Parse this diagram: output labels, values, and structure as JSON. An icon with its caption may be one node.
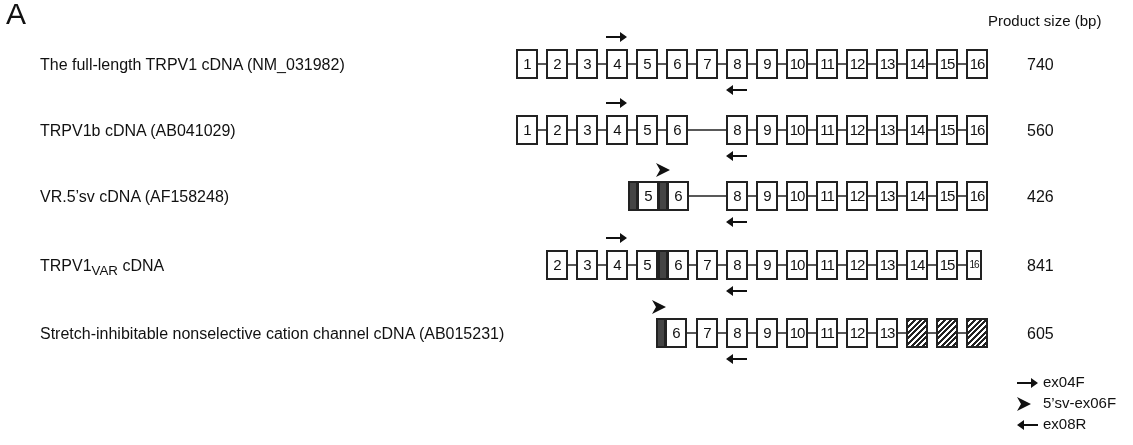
{
  "diagram": {
    "nodes": [
      {
        "text": [
          "1"
        ]
      },
      {
        "text": [
          "2"
        ]
      },
      {
        "text": [
          "3"
        ]
      },
      {
        "text": [
          "4"
        ]
      },
      {
        "text": [
          "5"
        ]
      },
      {
        "text": [
          "6"
        ]
      },
      {
        "text": [
          "7"
        ]
      },
      {
        "text": [
          "8"
        ]
      },
      {
        "text": [
          "9"
        ]
      },
      {
        "text": [
          "10"
        ]
      },
      {
        "text": [
          "11"
        ]
      },
      {
        "text": [
          "12"
        ]
      },
      {
        "text": [
          "13"
        ]
      },
      {
        "text": [
          "14"
        ]
      },
      {
        "text": [
          "15"
        ]
      },
      {
        "text": [
          "16"
        ]
      },
      {
        "text": [
          "1"
        ]
      },
      {
        "text": [
          "2"
        ]
      },
      {
        "text": [
          "3"
        ]
      },
      {
        "text": [
          "4"
        ]
      },
      {
        "text": [
          "5"
        ]
      },
      {
        "text": [
          "6"
        ]
      },
      {
        "text": [
          "8"
        ]
      },
      {
        "text": [
          "9"
        ]
      },
      {
        "text": [
          "10"
        ]
      },
      {
        "text": [
          "11"
        ]
      },
      {
        "text": [
          "12"
        ]
      },
      {
        "text": [
          "13"
        ]
      },
      {
        "text": [
          "14"
        ]
      },
      {
        "text": [
          "15"
        ]
      },
      {
        "text": [
          "16"
        ]
      },
      {
        "text": [],
        "shape": "box"
      },
      {
        "text": [
          "5"
        ]
      },
      {
        "text": [],
        "shape": "box"
      },
      {
        "text": [
          "6"
        ]
      },
      {
        "text": [
          "8"
        ]
      },
      {
        "text": [
          "9"
        ]
      },
      {
        "text": [
          "10"
        ]
      },
      {
        "text": [
          "11"
        ]
      },
      {
        "text": [
          "12"
        ]
      },
      {
        "text": [
          "13"
        ]
      },
      {
        "text": [
          "14"
        ]
      },
      {
        "text": [
          "15"
        ]
      },
      {
        "text": [
          "16"
        ]
      },
      {
        "text": [
          "2"
        ]
      },
      {
        "text": [
          "3"
        ]
      },
      {
        "text": [
          "4"
        ]
      },
      {
        "text": [
          "5"
        ]
      },
      {
        "text": [],
        "shape": "box"
      },
      {
        "text": [
          "6"
        ]
      },
      {
        "text": [
          "7"
        ]
      },
      {
        "text": [
          "8"
        ]
      },
      {
        "text": [
          "9"
        ]
      },
      {
        "text": [
          "10"
        ]
      },
      {
        "text": [
          "11"
        ]
      },
      {
        "text": [
          "12"
        ]
      },
      {
        "text": [
          "13"
        ]
      },
      {
        "text": [
          "14"
        ]
      },
      {
        "text": [
          "15"
        ]
      },
      {
        "text": [
          "16"
        ]
      },
      {
        "text": [],
        "shape": "box"
      },
      {
        "text": [
          "6"
        ]
      },
      {
        "text": [
          "7"
        ]
      },
      {
        "text": [
          "8"
        ]
      },
      {
        "text": [
          "9"
        ]
      },
      {
        "text": [
          "10"
        ]
      },
      {
        "text": [
          "11"
        ]
      },
      {
        "text": [
          "12"
        ]
      },
      {
        "text": [
          "13"
        ]
      },
      {
        "text": [],
        "shape": "box"
      },
      {
        "text": [],
        "shape": "box"
      },
      {
        "text": [],
        "shape": "box"
      }
    ],
    "edges": [
      {
        "from": 0,
        "to": 1,
        "arrow": "none"
      },
      {
        "from": 1,
        "to": 2,
        "arrow": "none"
      },
      {
        "from": 2,
        "to": 3,
        "arrow": "none"
      },
      {
        "from": 3,
        "to": 4,
        "arrow": "none"
      },
      {
        "from": 4,
        "to": 5,
        "arrow": "none"
      },
      {
        "from": 5,
        "to": 6,
        "arrow": "none"
      },
      {
        "from": 6,
        "to": 7,
        "arrow": "none"
      },
      {
        "from": 7,
        "to": 8,
        "arrow": "none"
      },
      {
        "from": 8,
        "to": 9,
        "arrow": "none"
      },
      {
        "from": 9,
        "to": 10,
        "arrow": "none"
      },
      {
        "from": 10,
        "to": 11,
        "arrow": "none"
      },
      {
        "from": 11,
        "to": 12,
        "arrow": "none"
      },
      {
        "from": 12,
        "to": 13,
        "arrow": "none"
      },
      {
        "from": 13,
        "to": 14,
        "arrow": "none"
      },
      {
        "from": 14,
        "to": 15,
        "arrow": "none"
      },
      {
        "from": 16,
        "to": 17,
        "arrow": "none"
      },
      {
        "from": 17,
        "to": 18,
        "arrow": "none"
      },
      {
        "from": 18,
        "to": 19,
        "arrow": "none"
      },
      {
        "from": 19,
        "to": 20,
        "arrow": "none"
      },
      {
        "from": 20,
        "to": 21,
        "arrow": "none"
      },
      {
        "from": 21,
        "to": 22,
        "arrow": "none"
      },
      {
        "from": 22,
        "to": 23,
        "arrow": "none"
      },
      {
        "from": 23,
        "to": 24,
        "arrow": "none"
      },
      {
        "from": 24,
        "to": 25,
        "arrow": "none"
      },
      {
        "from": 25,
        "to": 26,
        "arrow": "none"
      },
      {
        "from": 26,
        "to": 27,
        "arrow": "none"
      },
      {
        "from": 27,
        "to": 28,
        "arrow": "none"
      },
      {
        "from": 28,
        "to": 29,
        "arrow": "none"
      },
      {
        "from": 29,
        "to": 30,
        "arrow": "none"
      },
      {
        "from": 34,
        "to": 35,
        "arrow": "none"
      },
      {
        "from": 35,
        "to": 36,
        "arrow": "none"
      },
      {
        "from": 36,
        "to": 37,
        "arrow": "none"
      },
      {
        "from": 37,
        "to": 38,
        "arrow": "none"
      },
      {
        "from": 38,
        "to": 39,
        "arrow": "none"
      },
      {
        "from": 39,
        "to": 40,
        "arrow": "none"
      },
      {
        "from": 40,
        "to": 41,
        "arrow": "none"
      },
      {
        "from": 41,
        "to": 42,
        "arrow": "none"
      },
      {
        "from": 42,
        "to": 43,
        "arrow": "none"
      },
      {
        "from": 44,
        "to": 45,
        "arrow": "none"
      },
      {
        "from": 45,
        "to": 46,
        "arrow": "none"
      },
      {
        "from": 46,
        "to": 47,
        "arrow": "none"
      },
      {
        "from": 49,
        "to": 50,
        "arrow": "none"
      },
      {
        "from": 50,
        "to": 51,
        "arrow": "none"
      },
      {
        "from": 51,
        "to": 52,
        "arrow": "none"
      },
      {
        "from": 52,
        "to": 53,
        "arrow": "none"
      },
      {
        "from": 53,
        "to": 54,
        "arrow": "none"
      },
      {
        "from": 54,
        "to": 55,
        "arrow": "none"
      },
      {
        "from": 55,
        "to": 56,
        "arrow": "none"
      },
      {
        "from": 56,
        "to": 57,
        "arrow": "none"
      },
      {
        "from": 57,
        "to": 58,
        "arrow": "none"
      },
      {
        "from": 58,
        "to": 59,
        "arrow": "none"
      },
      {
        "from": 61,
        "to": 62,
        "arrow": "none"
      },
      {
        "from": 62,
        "to": 63,
        "arrow": "none"
      },
      {
        "from": 63,
        "to": 64,
        "arrow": "none"
      },
      {
        "from": 64,
        "to": 65,
        "arrow": "none"
      },
      {
        "from": 65,
        "to": 66,
        "arrow": "none"
      },
      {
        "from": 66,
        "to": 67,
        "arrow": "none"
      },
      {
        "from": 67,
        "to": 68,
        "arrow": "none"
      },
      {
        "from": 68,
        "to": 69,
        "arrow": "none"
      },
      {
        "from": 69,
        "to": 70,
        "arrow": "none"
      },
      {
        "from": 70,
        "to": 71,
        "arrow": "none"
      }
    ],
    "labels": [
      "A",
      "Product size (bp)",
      "The full-length TRPV1 cDNA (NM_031982)",
      "740",
      "TRPV1b cDNA (AB041029)",
      "560",
      "VR.5’sv cDNA (AF158248)",
      "426",
      "TRPV1$_{VAR}$ cDNA",
      "841",
      "Stretch-inhibitable nonselective cation channel cDNA (AB015231)",
      "605"
    ],
    "legend": [
      {
        "text": "ex04F"
      },
      {
        "text": "5’sv-ex06F"
      },
      {
        "text": "ex08R"
      }
    ]
  }
}
